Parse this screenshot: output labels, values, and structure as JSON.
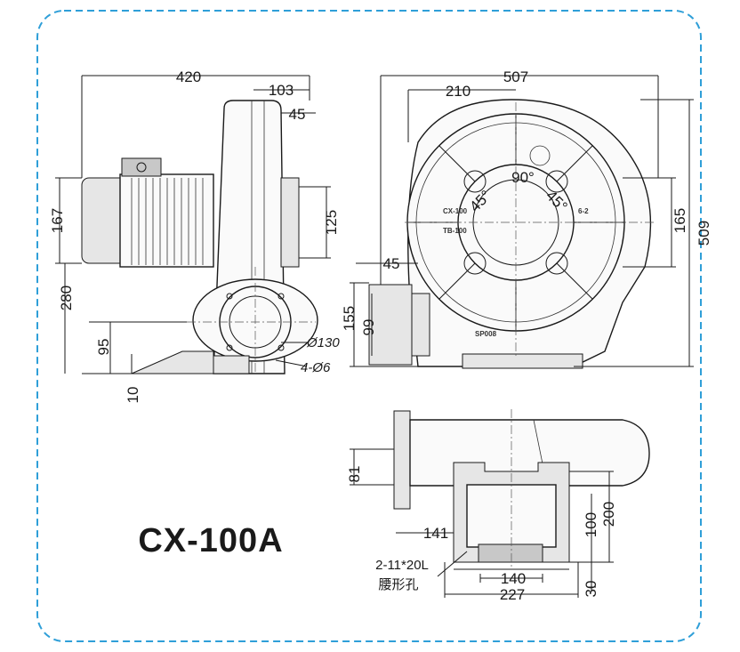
{
  "model": "CX-100A",
  "colors": {
    "frame": "#2f9fd8",
    "line": "#1a1a1a"
  },
  "side_view": {
    "overall_length": "420",
    "outlet_offset": "103",
    "flange_depth": "45",
    "motor_height": "167",
    "outlet_inner": "125",
    "center_height": "280",
    "base_height": "95",
    "foot_thickness": "10",
    "inlet_diameter": "Ø130",
    "bolt_holes": "4-Ø6"
  },
  "front_view": {
    "overall_width": "507",
    "center_offset": "210",
    "overall_height": "509",
    "inlet_height": "165",
    "flange_offset": "45",
    "outlet_height": "155",
    "outlet_inner": "99",
    "angle": "90°",
    "angle_a": "45°",
    "angle_b": "45°",
    "part_label_1": "CX-100",
    "part_label_2": "TB-100",
    "part_label_3": "6-2",
    "part_label_4": "SP008"
  },
  "bottom_view": {
    "flange": "81",
    "foot_offset": "141",
    "slot_spec": "2-11*20L",
    "slot_name": "腰形孔",
    "foot_span_inner": "140",
    "foot_span_outer": "227",
    "base_depth": "100",
    "overall_depth": "200",
    "foot_depth": "30"
  }
}
